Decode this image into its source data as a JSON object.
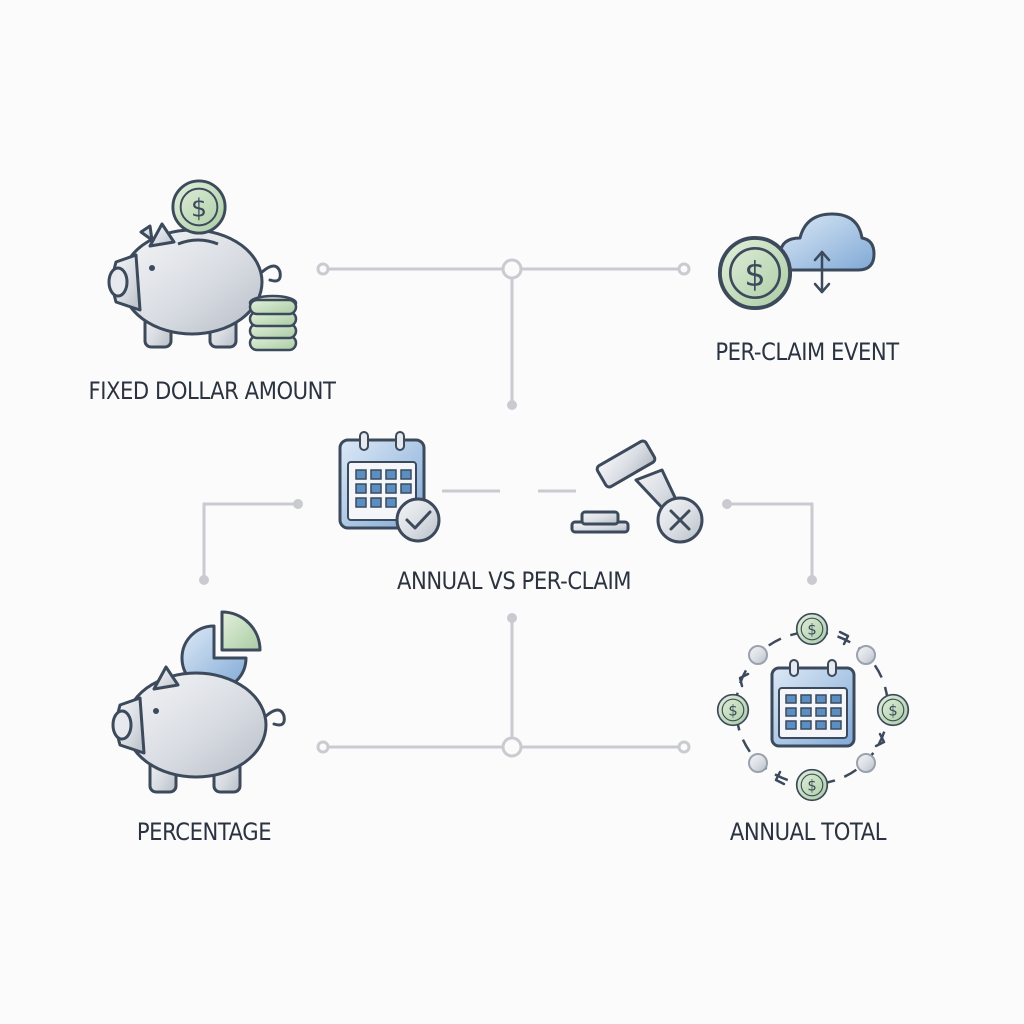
{
  "nodes": {
    "fixed": {
      "label": "FIXED DOLLAR AMOUNT",
      "icon": "piggy-bank-with-coins-icon"
    },
    "per_claim": {
      "label": "PER-CLAIM EVENT",
      "icon": "dollar-coin-cloud-icon"
    },
    "center": {
      "label": "ANNUAL VS PER-CLAIM",
      "icons": [
        "calendar-check-icon",
        "gavel-x-icon"
      ]
    },
    "percentage": {
      "label": "PERCENTAGE",
      "icon": "piggy-bank-pie-chart-icon"
    },
    "annual_total": {
      "label": "ANNUAL TOTAL",
      "icon": "calendar-coin-cycle-icon"
    }
  },
  "colors": {
    "connector": "#c9cbd0",
    "outline": "#3d4a5c",
    "green": "#7eab7c",
    "green_light": "#d9ead3",
    "blue": "#5b8fc4",
    "blue_light": "#cfe0f1",
    "silver": "#dfe2e7"
  }
}
